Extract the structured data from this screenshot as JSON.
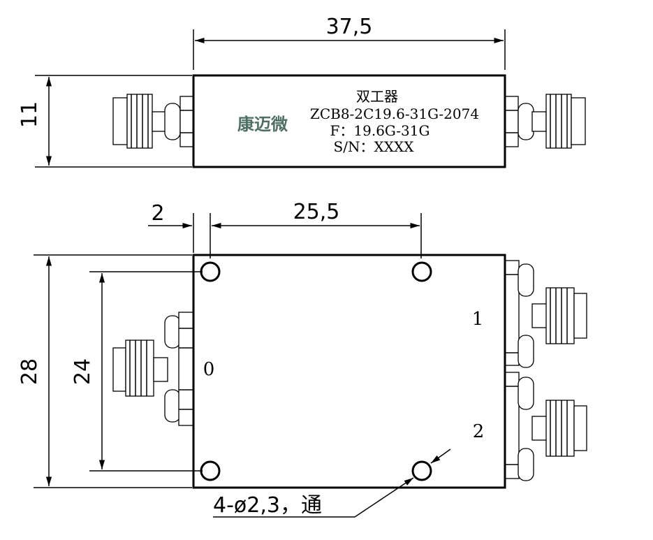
{
  "dimensions": {
    "top_width": "37,5",
    "top_height": "11",
    "offset": "2",
    "hole_spacing": "25,5",
    "total_height": "28",
    "hole_vertical": "24",
    "holes_note": "4-ø2,3，通"
  },
  "label": {
    "logo": "康迈微",
    "name": "双工器",
    "model": "ZCB8-2C19.6-31G-2074",
    "freq": "F：19.6G-31G",
    "serial": "S/N：XXXX"
  },
  "ports": {
    "p0": "0",
    "p1": "1",
    "p2": "2"
  },
  "colors": {
    "logo": "#4f6f64",
    "line": "#000000"
  }
}
